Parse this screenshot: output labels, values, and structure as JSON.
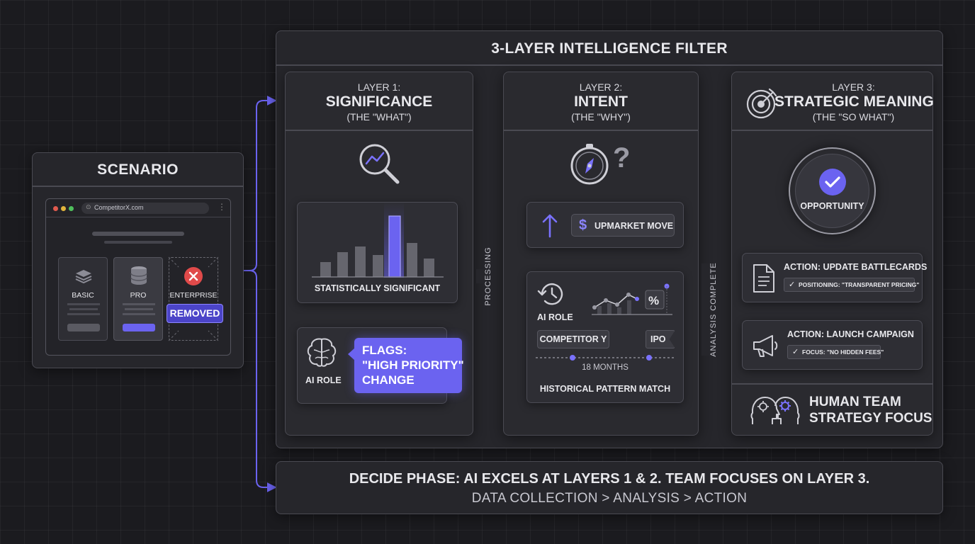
{
  "filter": {
    "title": "3-LAYER INTELLIGENCE FILTER"
  },
  "scenario": {
    "title": "SCENARIO",
    "url": "CompetitorX.com",
    "tiers": [
      "BASIC",
      "PRO",
      "ENTERPRISE"
    ],
    "removed_badge": "REMOVED"
  },
  "layer1": {
    "kicker": "LAYER 1:",
    "title": "SIGNIFICANCE",
    "subtitle": "(THE \"WHAT\")",
    "chart_caption": "STATISTICALLY SIGNIFICANT",
    "ai_role": "AI ROLE",
    "flag_line1": "FLAGS:",
    "flag_line2": "\"HIGH PRIORITY\"",
    "flag_line3": "CHANGE"
  },
  "processing_label": "PROCESSING",
  "layer2": {
    "kicker": "LAYER 2:",
    "title": "INTENT",
    "subtitle": "(THE \"WHY\")",
    "upmarket": "UPMARKET MOVE",
    "ai_role": "AI ROLE",
    "competitor": "COMPETITOR Y",
    "ipo": "IPO",
    "months": "18 MONTHS",
    "pattern": "HISTORICAL PATTERN MATCH"
  },
  "analysis_label": "ANALYSIS COMPLETE",
  "layer3": {
    "kicker": "LAYER 3:",
    "title": "STRATEGIC MEANING",
    "subtitle": "(THE \"SO WHAT\")",
    "opportunity": "OPPORTUNITY",
    "action1_title": "ACTION: UPDATE BATTLECARDS",
    "action1_detail": "POSITIONING: \"TRANSPARENT PRICING\"",
    "action2_title": "ACTION: LAUNCH CAMPAIGN",
    "action2_detail": "FOCUS: \"NO HIDDEN FEES\"",
    "human_line1": "HUMAN TEAM",
    "human_line2": "STRATEGY FOCUS"
  },
  "footer": {
    "headline": "DECIDE PHASE: AI EXCELS AT LAYERS 1 & 2. TEAM FOCUSES ON LAYER 3.",
    "flow": "DATA COLLECTION > ANALYSIS > ACTION"
  },
  "colors": {
    "accent": "#6b63f0",
    "danger": "#e04a4a",
    "panel": "#26262b",
    "card": "#2e2e34",
    "text": "#e8e8ec"
  },
  "icons": {
    "magnifier": "magnifier-trend-icon",
    "compass": "compass-icon",
    "target": "target-icon",
    "brain": "brain-icon",
    "clock": "history-clock-icon",
    "document": "document-icon",
    "megaphone": "megaphone-icon",
    "heads": "human-heads-gear-icon"
  }
}
